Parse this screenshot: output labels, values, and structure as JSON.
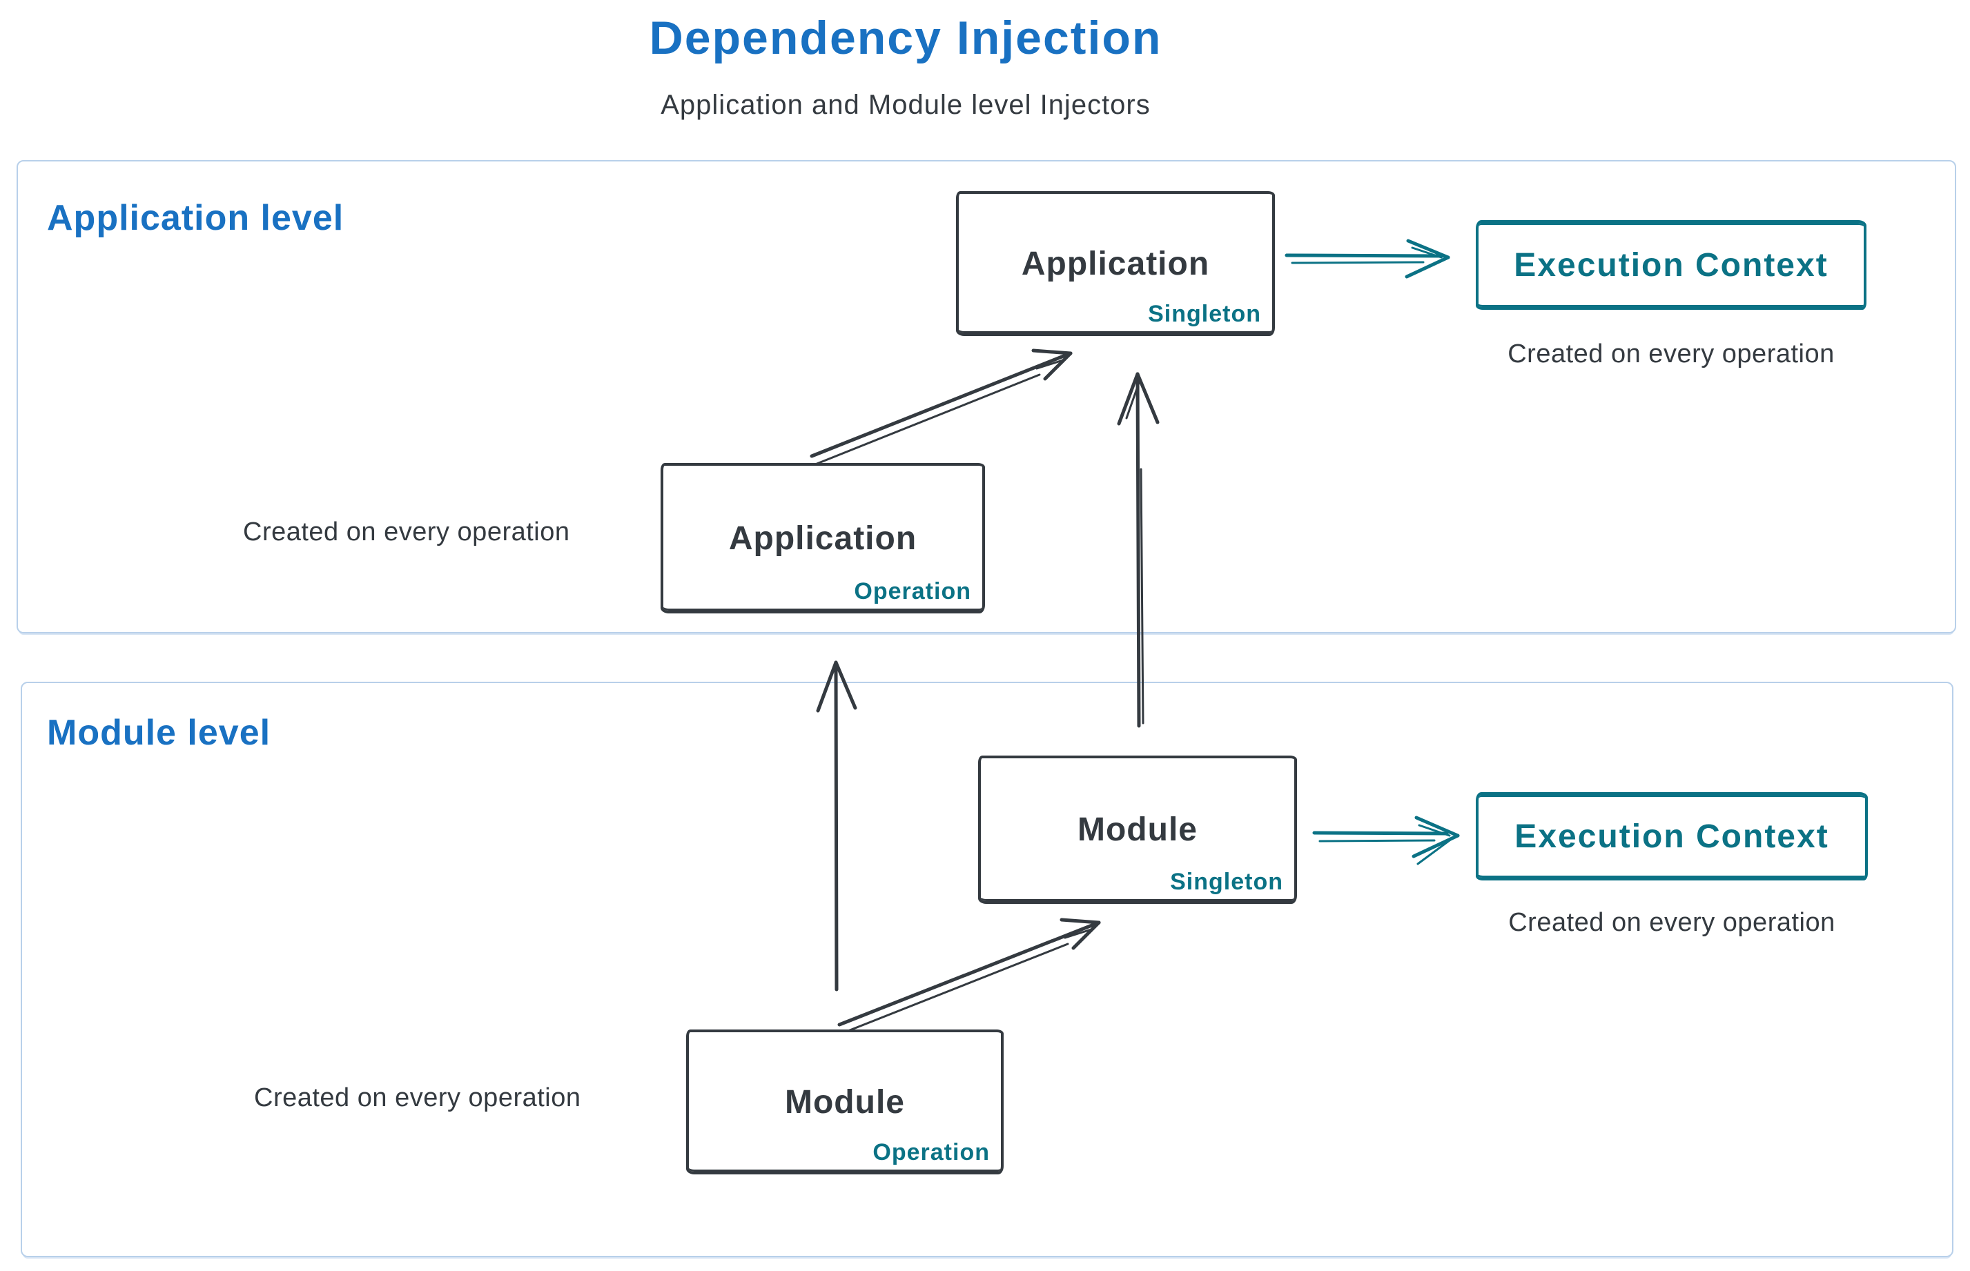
{
  "title": "Dependency Injection",
  "subtitle": "Application and Module level Injectors",
  "sections": [
    {
      "id": "application-level",
      "label": "Application level"
    },
    {
      "id": "module-level",
      "label": "Module level"
    }
  ],
  "nodes": {
    "app_singleton": {
      "title": "Application",
      "subtitle": "Singleton"
    },
    "app_operation": {
      "title": "Application",
      "subtitle": "Operation"
    },
    "module_singleton": {
      "title": "Module",
      "subtitle": "Singleton"
    },
    "module_operation": {
      "title": "Module",
      "subtitle": "Operation"
    },
    "ec_app": {
      "title": "Execution Context"
    },
    "ec_module": {
      "title": "Execution Context"
    }
  },
  "captions": {
    "ec_app": "Created on every operation",
    "app_operation": "Created on every operation",
    "ec_module": "Created on every operation",
    "module_operation": "Created on every operation"
  },
  "edges": [
    {
      "from": "app_singleton",
      "to": "ec_app",
      "color": "#0b7285",
      "direction": "right"
    },
    {
      "from": "app_operation",
      "to": "app_singleton",
      "color": "#343a40",
      "direction": "up-right"
    },
    {
      "from": "module_singleton",
      "to": "ec_module",
      "color": "#0b7285",
      "direction": "right"
    },
    {
      "from": "module_operation",
      "to": "module_singleton",
      "color": "#343a40",
      "direction": "up-right"
    },
    {
      "from": "module_singleton",
      "to": "app_singleton",
      "color": "#343a40",
      "direction": "up"
    },
    {
      "from": "module_operation",
      "to": "app_operation",
      "color": "#343a40",
      "direction": "up"
    }
  ],
  "colors": {
    "accent_blue": "#1971c2",
    "ink_dark": "#343a40",
    "accent_teal": "#0b7285",
    "frame_border": "#b8d0ea",
    "background": "#ffffff"
  }
}
